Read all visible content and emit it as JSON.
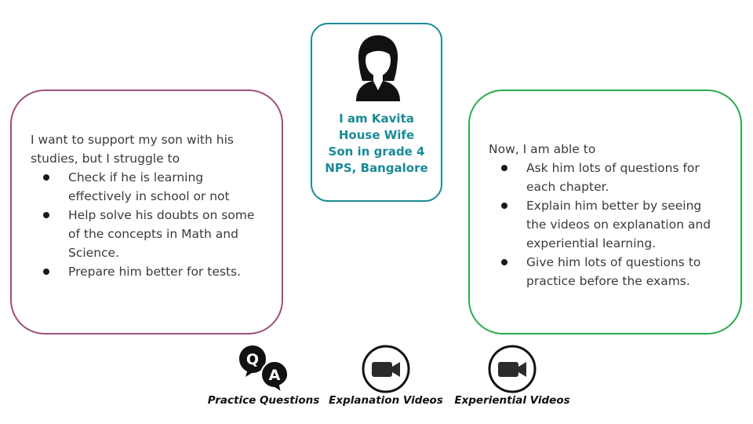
{
  "left_card": {
    "intro": "I want to support my son with his studies, but I struggle to",
    "items": [
      "Check if he is learning effectively in school or not",
      "Help solve his doubts on some of the concepts in Math and Science.",
      "Prepare him better for tests."
    ],
    "border_color": "#9e4e7e"
  },
  "persona": {
    "line1": "I am Kavita",
    "line2": "House Wife",
    "line3": "Son in grade 4",
    "line4": "NPS, Bangalore",
    "color": "#1a8a97",
    "icon": "woman-avatar-icon"
  },
  "right_card": {
    "intro": "Now, I am able to",
    "items": [
      "Ask him lots of questions for each chapter.",
      "Explain him better by seeing the videos on explanation and experiential learning.",
      "Give him lots of questions to practice before the exams."
    ],
    "border_color": "#27ad4c"
  },
  "features": [
    {
      "label": "Practice Questions",
      "icon": "qa-icon"
    },
    {
      "label": "Explanation Videos",
      "icon": "video-camera-icon"
    },
    {
      "label": "Experiential Videos",
      "icon": "video-camera-icon"
    }
  ]
}
